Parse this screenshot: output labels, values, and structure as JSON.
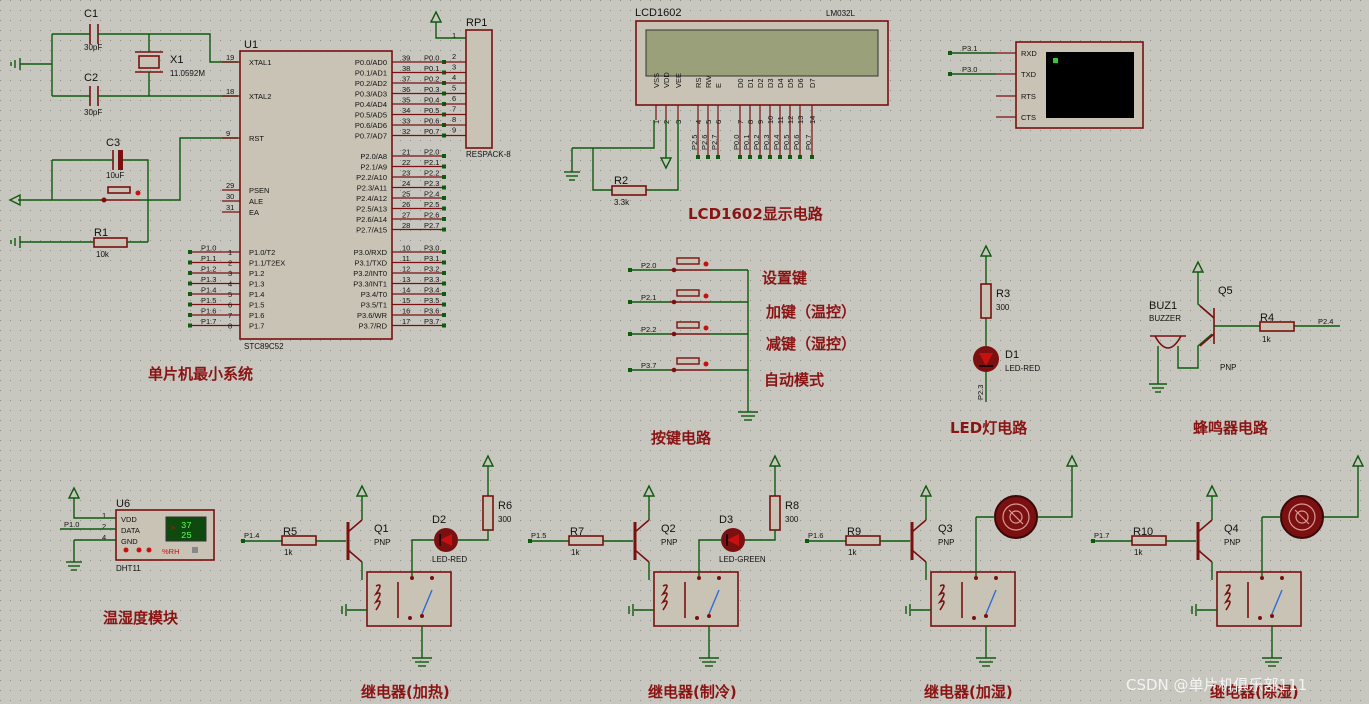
{
  "colors": {
    "background": "#c8c7bf",
    "wire": "#0e5a0e",
    "component": "#7a1010",
    "title": "#8a1414"
  },
  "sections": {
    "mcu": "单片机最小系统",
    "lcd": "LCD1602显示电路",
    "keys": "按键电路",
    "led": "LED灯电路",
    "buzzer": "蜂鸣器电路",
    "dht": "温湿度模块",
    "relay1": "继电器(加热)",
    "relay2": "继电器(制冷)",
    "relay3": "继电器(加湿)",
    "relay4": "继电器(除湿)"
  },
  "key_labels": [
    "设置键",
    "加键（温控）",
    "减键（湿控）",
    "自动模式"
  ],
  "key_nets": [
    "P2.0",
    "P2.1",
    "P2.2",
    "P3.7"
  ],
  "mcu": {
    "ref": "U1",
    "part": "STC89C52",
    "left_pins": [
      {
        "num": "19",
        "name": "XTAL1"
      },
      {
        "num": "18",
        "name": "XTAL2"
      },
      {
        "num": "9",
        "name": "RST"
      },
      {
        "num": "29",
        "name": "PSEN"
      },
      {
        "num": "30",
        "name": "ALE"
      },
      {
        "num": "31",
        "name": "EA"
      }
    ],
    "p1_pins": [
      {
        "num": "1",
        "name": "P1.0/T2",
        "net": "P1.0"
      },
      {
        "num": "2",
        "name": "P1.1/T2EX",
        "net": "P1.1"
      },
      {
        "num": "3",
        "name": "P1.2",
        "net": "P1.2"
      },
      {
        "num": "4",
        "name": "P1.3",
        "net": "P1.3"
      },
      {
        "num": "5",
        "name": "P1.4",
        "net": "P1.4"
      },
      {
        "num": "6",
        "name": "P1.5",
        "net": "P1.5"
      },
      {
        "num": "7",
        "name": "P1.6",
        "net": "P1.6"
      },
      {
        "num": "8",
        "name": "P1.7",
        "net": "P1.7"
      }
    ],
    "p0_pins": [
      {
        "num": "39",
        "name": "P0.0/AD0",
        "net": "P0.0"
      },
      {
        "num": "38",
        "name": "P0.1/AD1",
        "net": "P0.1"
      },
      {
        "num": "37",
        "name": "P0.2/AD2",
        "net": "P0.2"
      },
      {
        "num": "36",
        "name": "P0.3/AD3",
        "net": "P0.3"
      },
      {
        "num": "35",
        "name": "P0.4/AD4",
        "net": "P0.4"
      },
      {
        "num": "34",
        "name": "P0.5/AD5",
        "net": "P0.5"
      },
      {
        "num": "33",
        "name": "P0.6/AD6",
        "net": "P0.6"
      },
      {
        "num": "32",
        "name": "P0.7/AD7",
        "net": "P0.7"
      }
    ],
    "p2_pins": [
      {
        "num": "21",
        "name": "P2.0/A8",
        "net": "P2.0"
      },
      {
        "num": "22",
        "name": "P2.1/A9",
        "net": "P2.1"
      },
      {
        "num": "23",
        "name": "P2.2/A10",
        "net": "P2.2"
      },
      {
        "num": "24",
        "name": "P2.3/A11",
        "net": "P2.3"
      },
      {
        "num": "25",
        "name": "P2.4/A12",
        "net": "P2.4"
      },
      {
        "num": "26",
        "name": "P2.5/A13",
        "net": "P2.5"
      },
      {
        "num": "27",
        "name": "P2.6/A14",
        "net": "P2.6"
      },
      {
        "num": "28",
        "name": "P2.7/A15",
        "net": "P2.7"
      }
    ],
    "p3_pins": [
      {
        "num": "10",
        "name": "P3.0/RXD",
        "net": "P3.0"
      },
      {
        "num": "11",
        "name": "P3.1/TXD",
        "net": "P3.1"
      },
      {
        "num": "12",
        "name": "P3.2/INT0",
        "net": "P3.2"
      },
      {
        "num": "13",
        "name": "P3.3/INT1",
        "net": "P3.3"
      },
      {
        "num": "14",
        "name": "P3.4/T0",
        "net": "P3.4"
      },
      {
        "num": "15",
        "name": "P3.5/T1",
        "net": "P3.5"
      },
      {
        "num": "16",
        "name": "P3.6/WR",
        "net": "P3.6"
      },
      {
        "num": "17",
        "name": "P3.7/RD",
        "net": "P3.7"
      }
    ]
  },
  "rp1": {
    "ref": "RP1",
    "part": "RESPACK-8",
    "pins": [
      "1",
      "2",
      "3",
      "4",
      "5",
      "6",
      "7",
      "8",
      "9"
    ]
  },
  "mcu_parts": {
    "c1": {
      "ref": "C1",
      "value": "30pF"
    },
    "c2": {
      "ref": "C2",
      "value": "30pF"
    },
    "x1": {
      "ref": "X1",
      "value": "11.0592M"
    },
    "c3": {
      "ref": "C3",
      "value": "10uF"
    },
    "r1": {
      "ref": "R1",
      "value": "10k"
    }
  },
  "lcd": {
    "ref": "LCD1602",
    "part": "LM032L",
    "pin_names": [
      "VSS",
      "VDD",
      "VEE",
      "RS",
      "RW",
      "E",
      "D0",
      "D1",
      "D2",
      "D3",
      "D4",
      "D5",
      "D6",
      "D7"
    ],
    "pin_nums": [
      "1",
      "2",
      "3",
      "4",
      "5",
      "6",
      "7",
      "8",
      "9",
      "10",
      "11",
      "12",
      "13",
      "14"
    ],
    "nets": [
      "P2.5",
      "P2.6",
      "P2.7",
      "P0.0",
      "P0.1",
      "P0.2",
      "P0.3",
      "P0.4",
      "P0.5",
      "P0.6",
      "P0.7"
    ],
    "r2": {
      "ref": "R2",
      "value": "3.3k"
    }
  },
  "uart": {
    "pins": [
      "RXD",
      "TXD",
      "RTS",
      "CTS"
    ],
    "nets": [
      "P3.1",
      "P3.0"
    ]
  },
  "led": {
    "r3": {
      "ref": "R3",
      "value": "300"
    },
    "d1": {
      "ref": "D1",
      "part": "LED-RED"
    },
    "net": "P2.3"
  },
  "buzzer": {
    "ref": "BUZ1",
    "part": "BUZZER",
    "q5": "Q5",
    "type": "PNP",
    "r4": {
      "ref": "R4",
      "value": "1k"
    },
    "net": "P2.4"
  },
  "dht": {
    "ref": "U6",
    "part": "DHT11",
    "pins": [
      "VDD",
      "DATA",
      "GND"
    ],
    "pin_nums": [
      "1",
      "2",
      "4"
    ],
    "net": "P1.0",
    "temp": "37",
    "hum": "25",
    "unit": "%RH",
    "arrow": ">"
  },
  "relays": [
    {
      "net": "P1.4",
      "r": "R5",
      "rv": "1k",
      "q": "Q1",
      "qt": "PNP",
      "d": "D2",
      "dp": "LED-RED",
      "rr": "R6",
      "rrv": "300",
      "led_color": "#c81010"
    },
    {
      "net": "P1.5",
      "r": "R7",
      "rv": "1k",
      "q": "Q2",
      "qt": "PNP",
      "d": "D3",
      "dp": "LED-GREEN",
      "rr": "R8",
      "rrv": "300",
      "led_color": "#c81010"
    },
    {
      "net": "P1.6",
      "r": "R9",
      "rv": "1k",
      "q": "Q3",
      "qt": "PNP",
      "motor": true
    },
    {
      "net": "P1.7",
      "r": "R10",
      "rv": "1k",
      "q": "Q4",
      "qt": "PNP",
      "motor": true
    }
  ],
  "watermark": "CSDN @单片机俱乐部111"
}
